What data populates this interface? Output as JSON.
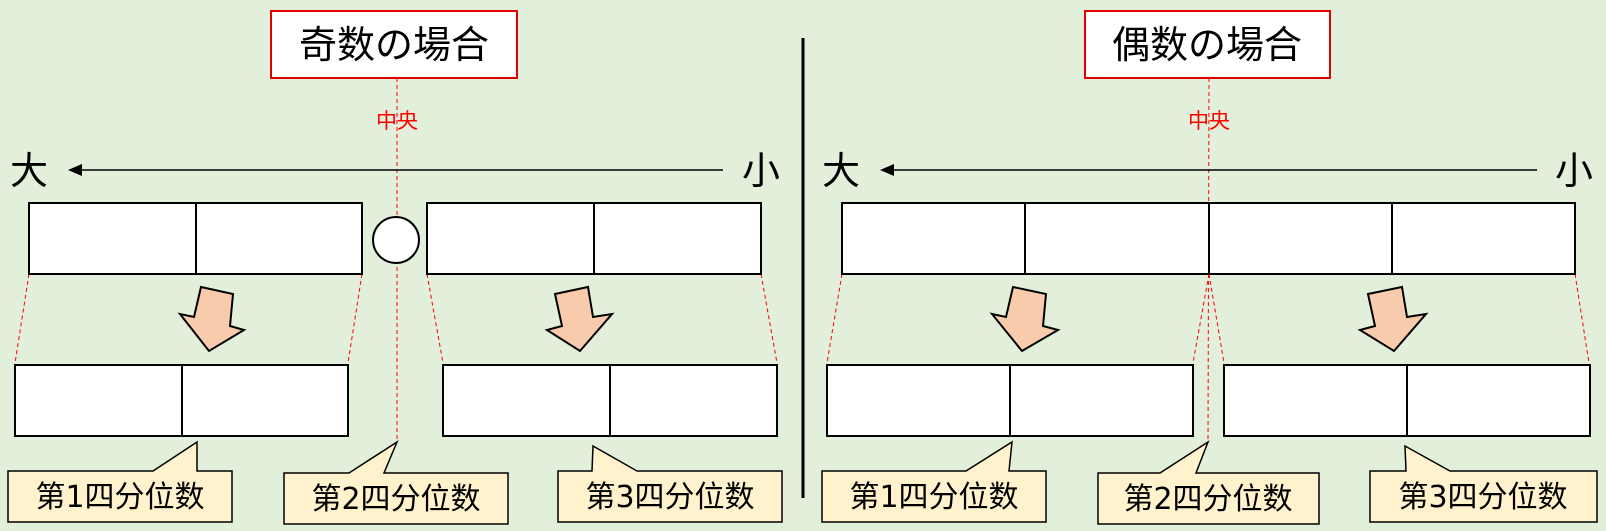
{
  "odd_panel": {
    "title": "奇数の場合",
    "center_label": "中央",
    "large_label": "大",
    "small_label": "小",
    "q1_label": "第1四分位数",
    "q2_label": "第2四分位数",
    "q3_label": "第3四分位数"
  },
  "even_panel": {
    "title": "偶数の場合",
    "center_label": "中央",
    "large_label": "大",
    "small_label": "小",
    "q1_label": "第1四分位数",
    "q2_label": "第2四分位数",
    "q3_label": "第3四分位数"
  },
  "colors": {
    "background": "#e2efda",
    "title_border": "#e00000",
    "guide": "#ff0000",
    "arrow_fill": "#f8cbad",
    "callout_fill": "#fff2cc"
  }
}
